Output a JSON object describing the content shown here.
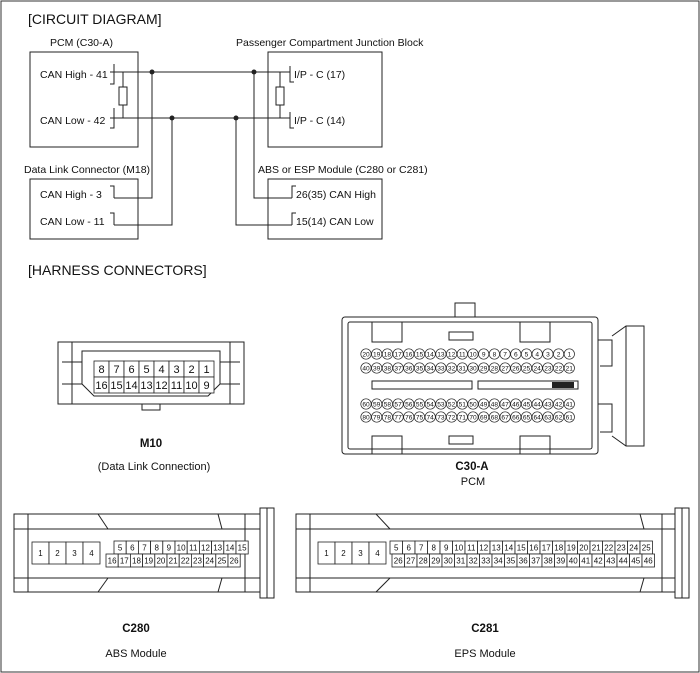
{
  "circuit": {
    "heading": "[CIRCUIT DIAGRAM]",
    "pcm_title": "PCM (C30-A)",
    "pcm_can_high": "CAN High - 41",
    "pcm_can_low": "CAN Low - 42",
    "pcjb_title": "Passenger Compartment Junction Block",
    "pcjb_pin1": "I/P - C (17)",
    "pcjb_pin2": "I/P - C (14)",
    "dlc_title": "Data Link Connector (M18)",
    "dlc_can_high": "CAN High - 3",
    "dlc_can_low": "CAN Low - 11",
    "abs_title": "ABS or ESP Module (C280 or C281)",
    "abs_can_high": "26(35) CAN High",
    "abs_can_low": "15(14) CAN Low"
  },
  "harness": {
    "heading": "[HARNESS CONNECTORS]",
    "m10": {
      "id": "M10",
      "desc": "(Data Link Connection)",
      "row1": [
        "8",
        "7",
        "6",
        "5",
        "4",
        "3",
        "2",
        "1"
      ],
      "row2": [
        "16",
        "15",
        "14",
        "13",
        "12",
        "11",
        "10",
        "9"
      ]
    },
    "c30a": {
      "id": "C30-A",
      "desc": "PCM",
      "row1": [
        "20",
        "19",
        "18",
        "17",
        "16",
        "15",
        "14",
        "13",
        "12",
        "11",
        "10",
        "9",
        "8",
        "7",
        "6",
        "5",
        "4",
        "3",
        "2",
        "1"
      ],
      "row2": [
        "40",
        "39",
        "38",
        "37",
        "36",
        "35",
        "34",
        "33",
        "32",
        "31",
        "30",
        "29",
        "28",
        "27",
        "26",
        "25",
        "24",
        "23",
        "22",
        "21"
      ],
      "row3": [
        "60",
        "59",
        "58",
        "57",
        "56",
        "55",
        "54",
        "53",
        "52",
        "51",
        "50",
        "49",
        "48",
        "47",
        "46",
        "45",
        "44",
        "43",
        "42",
        "41"
      ],
      "row4": [
        "80",
        "79",
        "78",
        "77",
        "76",
        "75",
        "74",
        "73",
        "72",
        "71",
        "70",
        "69",
        "68",
        "67",
        "66",
        "65",
        "64",
        "63",
        "62",
        "61"
      ]
    },
    "c280": {
      "id": "C280",
      "desc": "ABS Module",
      "left": [
        "1",
        "2",
        "3",
        "4"
      ],
      "row1": [
        "5",
        "6",
        "7",
        "8",
        "9",
        "10",
        "11",
        "12",
        "13",
        "14",
        "15"
      ],
      "row2": [
        "16",
        "17",
        "18",
        "19",
        "20",
        "21",
        "22",
        "23",
        "24",
        "25",
        "26"
      ]
    },
    "c281": {
      "id": "C281",
      "desc": "EPS Module",
      "left": [
        "1",
        "2",
        "3",
        "4"
      ],
      "row1": [
        "5",
        "6",
        "7",
        "8",
        "9",
        "10",
        "11",
        "12",
        "13",
        "14",
        "15",
        "16",
        "17",
        "18",
        "19",
        "20",
        "21",
        "22",
        "23",
        "24",
        "25"
      ],
      "row2": [
        "26",
        "27",
        "28",
        "29",
        "30",
        "31",
        "32",
        "33",
        "34",
        "35",
        "36",
        "37",
        "38",
        "39",
        "40",
        "41",
        "42",
        "43",
        "44",
        "45",
        "46"
      ]
    }
  }
}
